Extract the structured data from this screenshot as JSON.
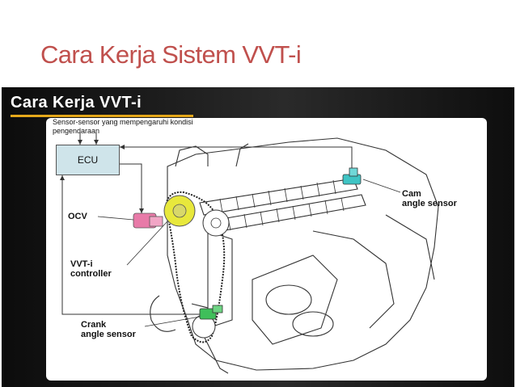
{
  "slide": {
    "title": "Cara Kerja Sistem VVT-i"
  },
  "figure": {
    "heading": "Cara Kerja VVT-i",
    "sensor_note": "Sensor-sensor yang mempengaruhi kondisi pengendaraan",
    "ecu_label": "ECU",
    "ocv_label": "OCV",
    "vvti_label_line1": "VVT-i",
    "vvti_label_line2": "controller",
    "cam_label_line1": "Cam",
    "cam_label_line2": "angle sensor",
    "crank_label_line1": "Crank",
    "crank_label_line2": "angle sensor"
  },
  "colors": {
    "title": "#c0504d",
    "heading_underline": "#e5a81b",
    "ecu_fill": "#cfe4ea",
    "controller_yellow": "#e8e83c",
    "ocv_pink": "#e87aa8",
    "cam_sensor_cyan": "#3fc4c4",
    "crank_sensor_green": "#3fbf5a"
  }
}
